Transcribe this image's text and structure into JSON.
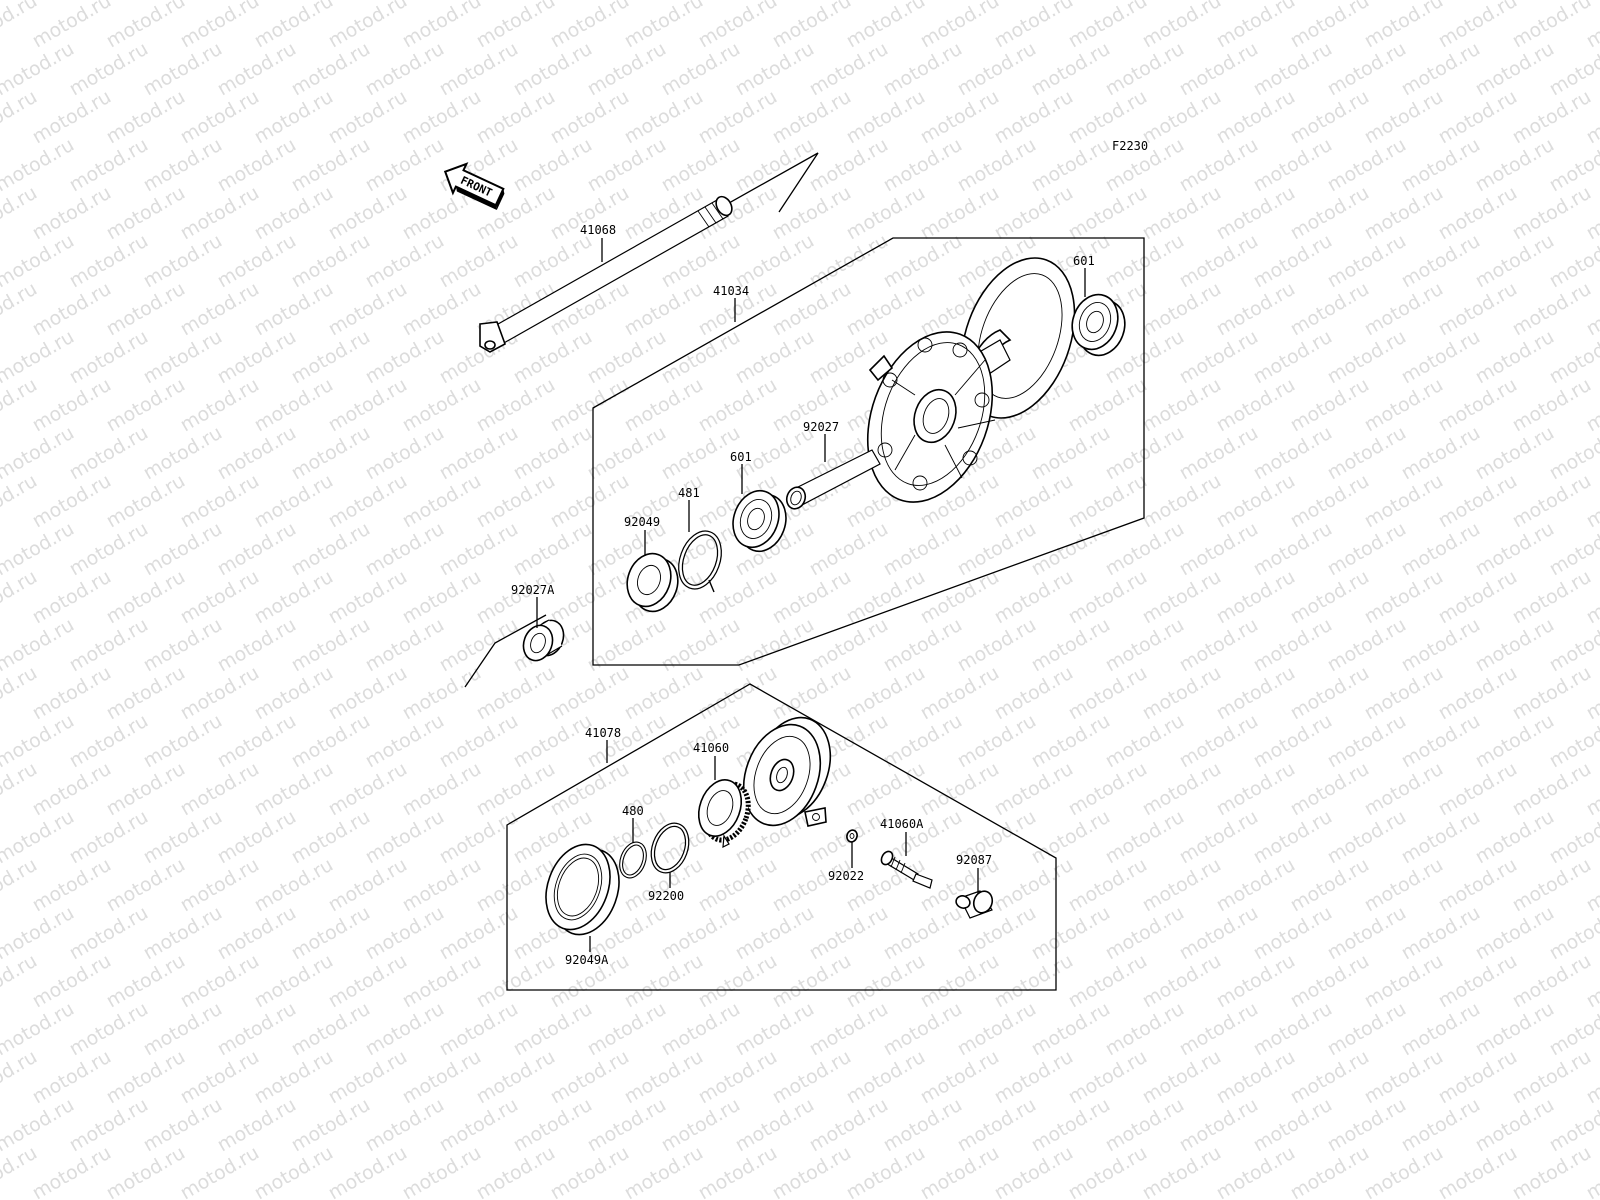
{
  "watermark": "motod.ru",
  "figure_code": "F2230",
  "front_label": "FRONT",
  "parts": {
    "axle": "41068",
    "hub_assembly": "41034",
    "bearing_right": "601",
    "bearing_left": "601",
    "distance_collar": "92027",
    "circlip": "481",
    "oil_seal": "92049",
    "collar": "92027A",
    "gear_housing_assembly": "41078",
    "speedometer_gear": "41060",
    "circlip_small": "480",
    "washer": "92200",
    "oil_seal_large": "92049A",
    "washer_small": "92022",
    "pinion_gear": "41060A",
    "bushing": "92087"
  }
}
